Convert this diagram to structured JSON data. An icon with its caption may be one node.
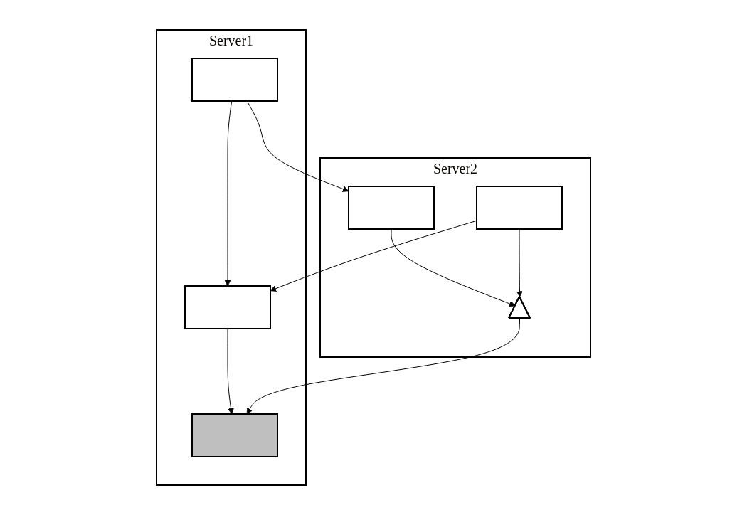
{
  "diagram": {
    "nodes": [
      {
        "text": [
          "Server1"
        ]
      },
      {
        "text": [],
        "shape": "box",
        "in": 0
      },
      {
        "text": [],
        "shape": "box",
        "in": 0
      },
      {
        "text": [],
        "shape": "box",
        "in": 0
      },
      {
        "text": [
          "Server2"
        ]
      },
      {
        "text": [],
        "shape": "box",
        "in": 4
      },
      {
        "text": [],
        "shape": "box",
        "in": 4
      },
      {
        "text": [],
        "shape": "triangle",
        "in": 4
      }
    ],
    "edges": [
      {
        "from": 1,
        "to": 5,
        "arrow": "to"
      },
      {
        "from": 1,
        "to": 2,
        "arrow": "to"
      },
      {
        "from": 6,
        "to": 2,
        "arrow": "to"
      },
      {
        "from": 5,
        "to": 7,
        "arrow": "to"
      },
      {
        "from": 6,
        "to": 7,
        "arrow": "to"
      },
      {
        "from": 2,
        "to": 3,
        "arrow": "to"
      },
      {
        "from": 7,
        "to": 3,
        "arrow": "to"
      }
    ]
  }
}
